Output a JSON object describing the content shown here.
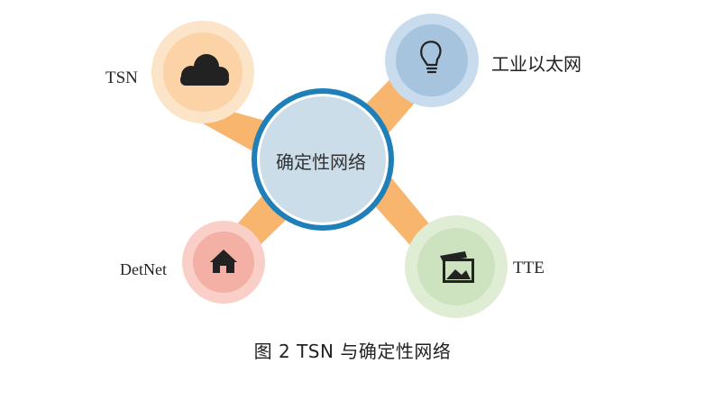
{
  "diagram": {
    "center": {
      "label": "确定性网络"
    },
    "nodes": [
      {
        "id": "tsn",
        "label": "TSN",
        "icon": "cloud-icon",
        "fill": "#fbd3a6",
        "ring": "#fbe4c8"
      },
      {
        "id": "industrial-ethernet",
        "label": "工业以太网",
        "icon": "lightbulb-icon",
        "fill": "#a6c4de",
        "ring": "#c9dced"
      },
      {
        "id": "detnet",
        "label": "DetNet",
        "icon": "home-icon",
        "fill": "#f5b0a5",
        "ring": "#f9cfc7"
      },
      {
        "id": "tte",
        "label": "TTE",
        "icon": "image-icon",
        "fill": "#cde3c0",
        "ring": "#dfedd5"
      }
    ],
    "connector_color": "#f8b56e",
    "center_fill": "#cbdde9",
    "center_ring": "#1f7fb8"
  },
  "caption": "图 2  TSN 与确定性网络"
}
